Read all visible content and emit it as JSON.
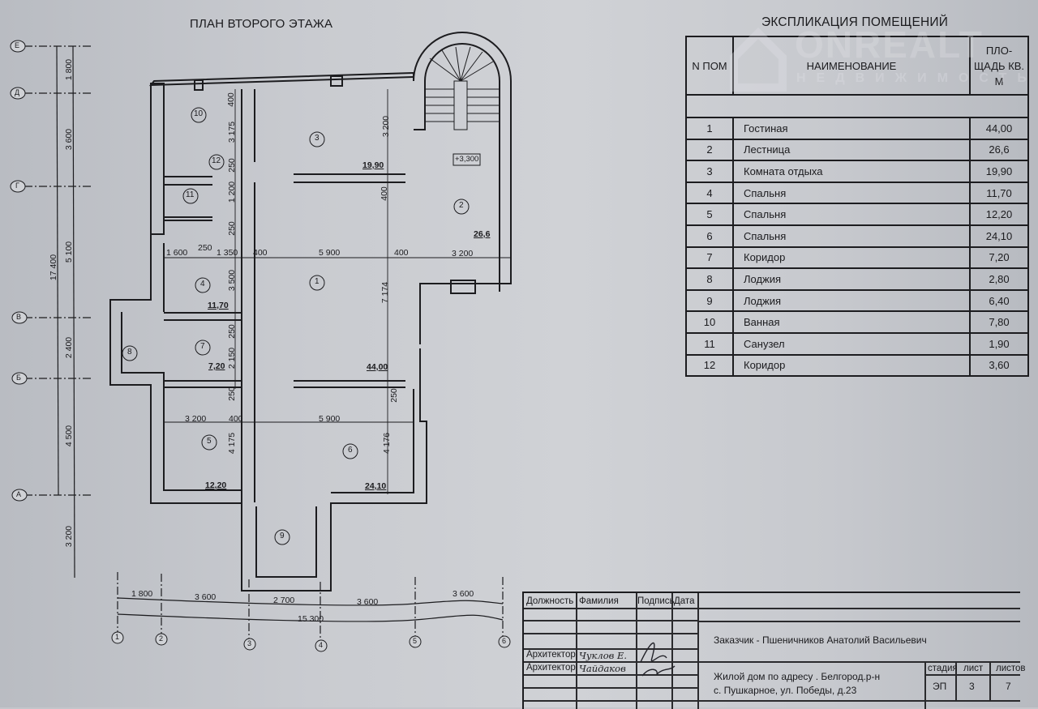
{
  "plan": {
    "title": "ПЛАН ВТОРОГО ЭТАЖА",
    "axes_rows": [
      "Е",
      "Д",
      "Г",
      "В",
      "Б",
      "А"
    ],
    "axes_cols": [
      "1",
      "2",
      "3",
      "4",
      "5",
      "6"
    ],
    "left_dims": [
      "1 800",
      "3 600",
      "5 100",
      "2 400",
      "4 500",
      "3 200"
    ],
    "left_total": "17 400",
    "bottom_dims": [
      "1 800",
      "3 600",
      "2 700",
      "3 600",
      "3 600"
    ],
    "bottom_total": "15 300",
    "rooms": [
      {
        "num": "1",
        "area": "44,00"
      },
      {
        "num": "2",
        "area": "26,6"
      },
      {
        "num": "3",
        "area": "19,90"
      },
      {
        "num": "4",
        "area": "11,70"
      },
      {
        "num": "5",
        "area": "12,20"
      },
      {
        "num": "6",
        "area": "24,10"
      },
      {
        "num": "7",
        "area": "7,20"
      },
      {
        "num": "8"
      },
      {
        "num": "9"
      },
      {
        "num": "10"
      },
      {
        "num": "11"
      },
      {
        "num": "12"
      }
    ],
    "level_mark": "+3,300",
    "inner_dims": {
      "d400a": "400",
      "d3175": "3 175",
      "d250a": "250",
      "d1200": "1 200",
      "d250b": "250",
      "d3200a": "3 200",
      "d400b": "400",
      "d1600": "1 600",
      "d250c": "250",
      "d1350": "1 350",
      "d400c": "400",
      "d5900a": "5 900",
      "d400d": "400",
      "d3200b": "3 200",
      "d3500": "3 500",
      "d7174": "7 174",
      "d250d": "250",
      "d2150": "2 150",
      "d250e": "250",
      "d250f": "250",
      "d3200c": "3 200",
      "d400e": "400",
      "d5900b": "5 900",
      "d4175": "4 175",
      "d4176": "4 176"
    }
  },
  "explication": {
    "title": "ЭКСПЛИКАЦИЯ ПОМЕЩЕНИЙ",
    "headers": {
      "num": "N ПОМ",
      "name": "НАИМЕНОВАНИЕ",
      "area": "ПЛО- ЩАДЬ КВ. М"
    },
    "rows": [
      {
        "n": "1",
        "name": "Гостиная",
        "area": "44,00"
      },
      {
        "n": "2",
        "name": "Лестница",
        "area": "26,6"
      },
      {
        "n": "3",
        "name": "Комната отдыха",
        "area": "19,90"
      },
      {
        "n": "4",
        "name": "Спальня",
        "area": "11,70"
      },
      {
        "n": "5",
        "name": "Спальня",
        "area": "12,20"
      },
      {
        "n": "6",
        "name": "Спальня",
        "area": "24,10"
      },
      {
        "n": "7",
        "name": "Коридор",
        "area": "7,20"
      },
      {
        "n": "8",
        "name": "Лоджия",
        "area": "2,80"
      },
      {
        "n": "9",
        "name": "Лоджия",
        "area": "6,40"
      },
      {
        "n": "10",
        "name": "Ванная",
        "area": "7,80"
      },
      {
        "n": "11",
        "name": "Санузел",
        "area": "1,90"
      },
      {
        "n": "12",
        "name": "Коридор",
        "area": "3,60"
      }
    ]
  },
  "stamp": {
    "col_position": "Должность",
    "col_surname": "Фамилия",
    "col_signature": "Подпись",
    "col_date": "Дата",
    "roles": [
      "Архитектор",
      "Архитектор"
    ],
    "surnames": [
      "Чуклов Е.",
      "Чайдаков"
    ],
    "customer": "Заказчик -   Пшеничников Анатолий Васильевич",
    "object_line1": "Жилой дом по адресу . Белгород.р-н",
    "object_line2": "с. Пушкарное, ул. Победы, д.23",
    "stage_label": "стадия",
    "sheet_label": "лист",
    "sheets_label": "листов",
    "stage": "ЭП",
    "sheet": "3",
    "sheets": "7"
  },
  "watermark": {
    "brand": "ONREALT",
    "sub": "НЕДВИЖИМОСТЬ"
  }
}
